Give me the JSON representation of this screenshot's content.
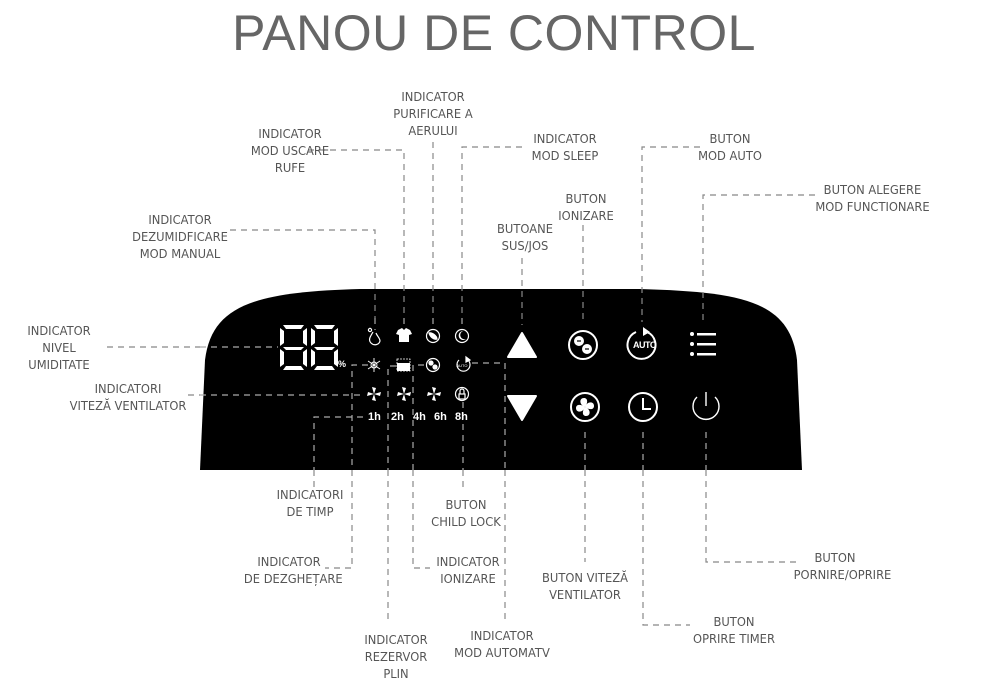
{
  "title": "PANOU DE CONTROL",
  "display": {
    "digits": "88",
    "unit": "%"
  },
  "timer_hours": [
    "1h",
    "2h",
    "4h",
    "6h",
    "8h"
  ],
  "auto_button_text": "AUTO",
  "labels": {
    "indicator_mod_uscare_rufe": [
      "INDICATOR",
      "MOD USCARE",
      "RUFE"
    ],
    "indicator_purificare_aer": [
      "INDICATOR",
      "PURIFICARE A",
      "AERULUI"
    ],
    "indicator_mod_sleep": [
      "INDICATOR",
      "MOD SLEEP"
    ],
    "buton_mod_auto": [
      "BUTON",
      "MOD AUTO"
    ],
    "buton_alegere_mod": [
      "BUTON ALEGERE",
      "MOD FUNCTIONARE"
    ],
    "buton_ionizare": [
      "BUTON",
      "IONIZARE"
    ],
    "butoane_sus_jos": [
      "BUTOANE",
      "SUS/JOS"
    ],
    "indicator_dezumidificare": [
      "INDICATOR",
      "DEZUMIDFICARE",
      "MOD MANUAL"
    ],
    "indicator_nivel_umiditate": [
      "INDICATOR",
      "NIVEL",
      "UMIDITATE"
    ],
    "indicatori_viteza_ventilator": [
      "INDICATORI",
      "VITEZĂ VENTILATOR"
    ],
    "indicatori_timp": [
      "INDICATORI",
      "DE TIMP"
    ],
    "buton_child_lock": [
      "BUTON",
      "CHILD LOCK"
    ],
    "indicator_dezghetare": [
      "INDICATOR",
      "DE DEZGHEȚARE"
    ],
    "indicator_ionizare": [
      "INDICATOR",
      "IONIZARE"
    ],
    "buton_viteza_ventilator": [
      "BUTON VITEZĂ",
      "VENTILATOR"
    ],
    "buton_pornire_oprire": [
      "BUTON",
      "PORNIRE/OPRIRE"
    ],
    "indicator_rezervor_plin": [
      "INDICATOR",
      "REZERVOR",
      "PLIN"
    ],
    "indicator_mod_automat": [
      "INDICATOR",
      "MOD AUTOMATV"
    ],
    "buton_oprire_timer": [
      "BUTON",
      "OPRIRE TIMER"
    ]
  },
  "colors": {
    "panel": "#000000",
    "text": "#555555",
    "title": "#666666",
    "leader": "#888888",
    "icon": "#ffffff"
  }
}
